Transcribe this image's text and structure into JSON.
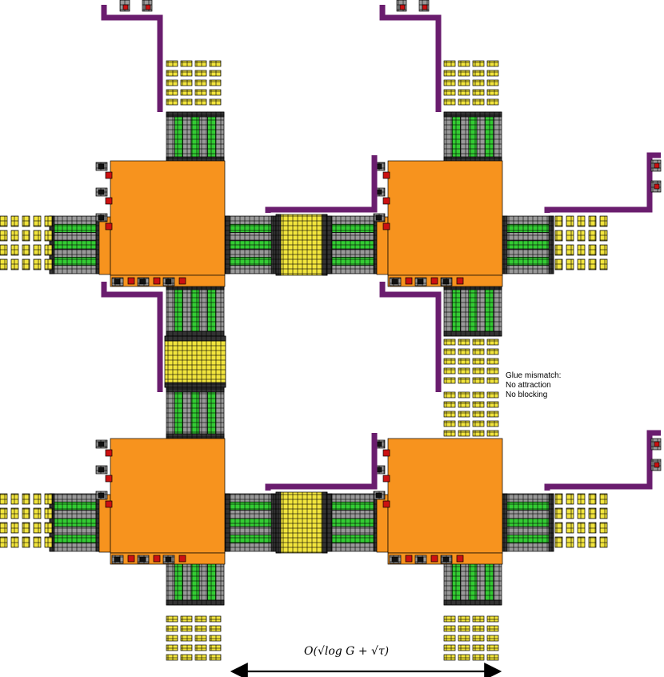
{
  "annotation": {
    "line1": "Glue mismatch:",
    "line2": "No attraction",
    "line3": "No blocking"
  },
  "dimension": {
    "label": "O(√log G + √τ)"
  },
  "colors": {
    "orange": "#f7931e",
    "green": "#33cc33",
    "gray": "#999999",
    "dark": "#333333",
    "yellow": "#f2e53d",
    "purple": "#6a1d6e",
    "red": "#cc1111",
    "black": "#111111"
  }
}
